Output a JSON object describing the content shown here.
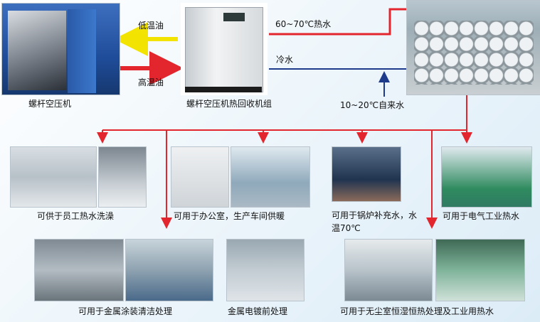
{
  "nodes": {
    "compressor": "螺杆空压机",
    "heat_recovery_unit": "螺杆空压机热回收机组",
    "cold_water_source": "10~20℃自来水"
  },
  "flows": {
    "low_temp_oil": "低温油",
    "high_temp_oil": "高温油",
    "hot_water": "60~70℃热水",
    "cold_water": "冷水"
  },
  "applications": {
    "staff_shower": "可供于员工热水洗澡",
    "office_heating": "可用于办公室，生产车间供暖",
    "boiler_feed": "可用于锅炉补充水，水温70℃",
    "electrical_industry": "可用于电气工业热水",
    "metal_coating": "可用于金属涂装清洁处理",
    "electroplating": "金属电镀前处理",
    "cleanroom": "可用于无尘室恒湿恒热处理及工业用热水"
  },
  "colors": {
    "hot": "#e3262d",
    "warm_oil": "#f2e400",
    "cold": "#1e3a8a",
    "branch": "#e3262d"
  }
}
